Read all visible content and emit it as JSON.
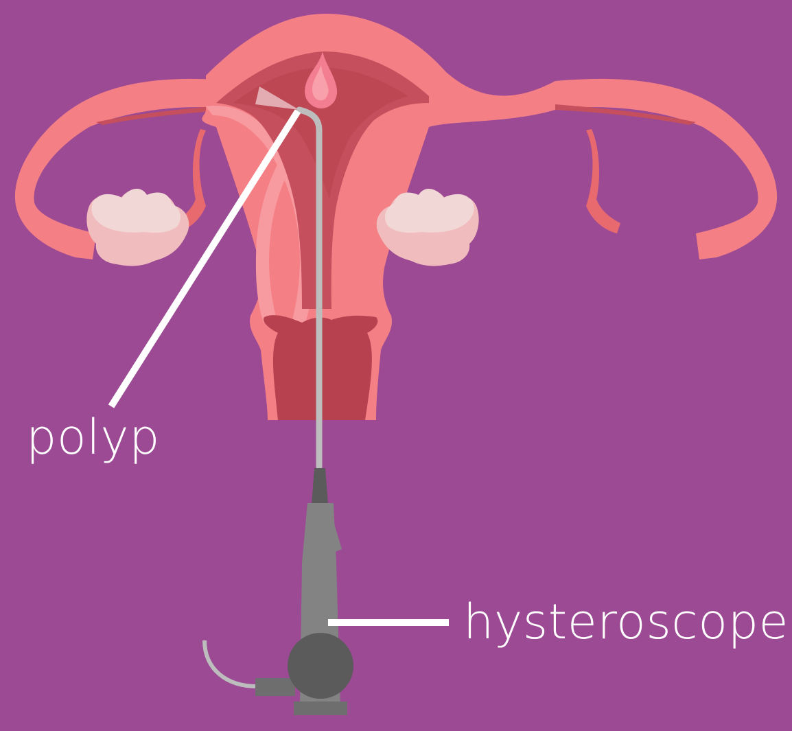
{
  "labels": {
    "polyp": "polyp",
    "hysteroscope": "hysteroscope"
  },
  "colors": {
    "background": "#9b4a93",
    "uterus_outer": "#f48086",
    "uterus_highlight": "#f79ba0",
    "uterus_inner": "#c54f5c",
    "uterus_deep": "#b8414f",
    "tube_shadow": "#e86a6e",
    "ovary_light": "#f2d7d7",
    "ovary_mid": "#f1bcbe",
    "polyp_outer": "#f37e91",
    "polyp_inner": "#f8a0ac",
    "scope_body": "#838383",
    "scope_dark": "#5b5b5b",
    "scope_darker": "#6e6e6e",
    "cable": "#bdbdbd",
    "label_text": "#ffffff",
    "leader_line": "#ffffff"
  },
  "icons": {
    "uterus": "uterus-illustration",
    "hysteroscope": "hysteroscope-instrument",
    "polyp": "polyp-growth"
  }
}
